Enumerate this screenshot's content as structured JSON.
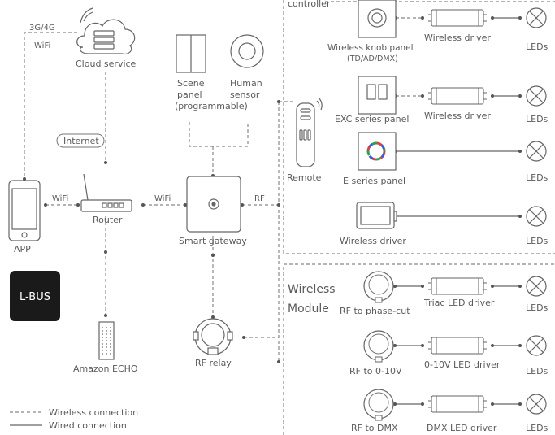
{
  "texts": {
    "controller": "controller",
    "cloud_network": "3G/4G",
    "cloud_wifi": "WiFi",
    "cloud_service": "Cloud service",
    "internet": "Internet",
    "scene_panel_1": "Scene",
    "scene_panel_2": "panel",
    "programmable": "(programmable)",
    "human_sensor_1": "Human",
    "human_sensor_2": "sensor",
    "wifi_left": "WiFi",
    "wifi_right": "WiFi",
    "rf": "RF",
    "app": "APP",
    "router": "Router",
    "smart_gateway": "Smart gateway",
    "lbus": "L-BUS",
    "amazon_echo": "Amazon ECHO",
    "rf_relay": "RF relay",
    "remote": "Remote",
    "knob_panel_1": "Wireless knob panel",
    "knob_panel_2": "(TD/AD/DMX)",
    "wireless_driver_1": "Wireless driver",
    "exc_panel": "EXC series panel",
    "wireless_driver_2": "Wireless driver",
    "e_panel": "E series panel",
    "wireless_driver_3": "Wireless driver",
    "leds_1": "LEDs",
    "leds_2": "LEDs",
    "leds_3": "LEDs",
    "leds_4": "LEDs",
    "wireless_module_1": "Wireless",
    "wireless_module_2": "Module",
    "rf_phase_cut": "RF to phase-cut",
    "triac_driver": "Triac LED driver",
    "leds_5": "LEDs",
    "rf_0_10v": "RF to 0-10V",
    "driver_0_10v": "0-10V LED driver",
    "leds_6": "LEDs",
    "rf_dmx": "RF to DMX",
    "dmx_driver": "DMX LED driver",
    "leds_7": "LEDs",
    "legend_wireless": "Wireless connection",
    "legend_wired": "Wired connection"
  },
  "colors": {
    "line": "#888888",
    "text": "#5a5a5a",
    "lbus_bg": "#1a1a1a",
    "lbus_fg": "#ffffff"
  }
}
